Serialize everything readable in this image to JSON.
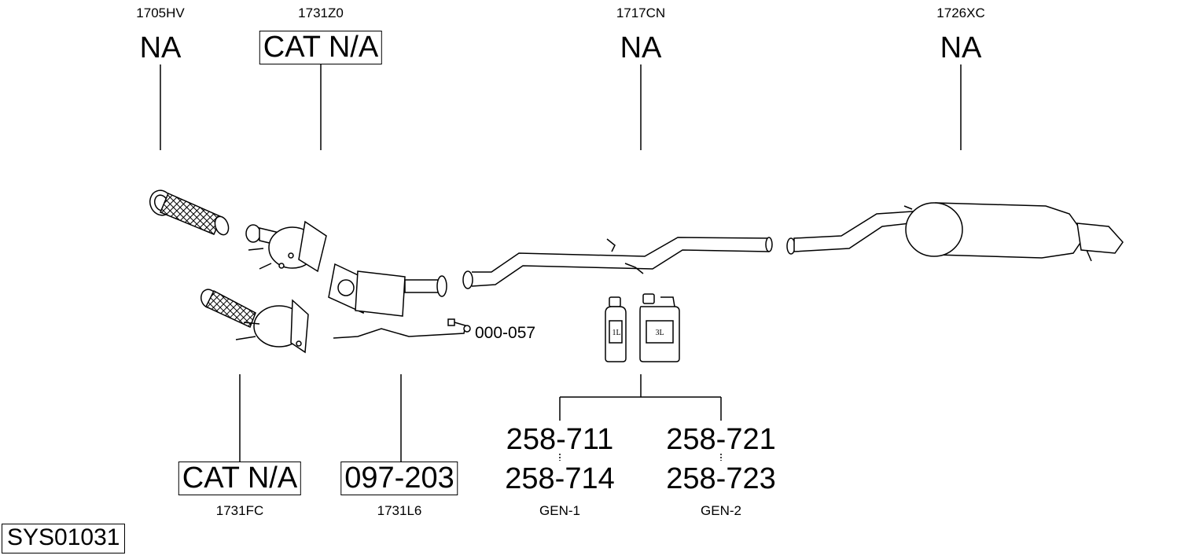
{
  "top_parts": [
    {
      "code": "1705HV",
      "status": "NA"
    },
    {
      "code": "1731Z0",
      "status": "CAT N/A"
    },
    {
      "code": "1717CN",
      "status": "NA"
    },
    {
      "code": "1726XC",
      "status": "NA"
    }
  ],
  "bottom_parts": [
    {
      "code": "1731FC",
      "status": "CAT N/A"
    },
    {
      "code": "1731L6",
      "status": "097-203"
    }
  ],
  "sensor_part": "000-057",
  "fluid_containers": [
    "1L",
    "3L"
  ],
  "additive_groups": [
    {
      "name": "GEN-1",
      "parts": [
        "258-711",
        "258-714"
      ]
    },
    {
      "name": "GEN-2",
      "parts": [
        "258-721",
        "258-723"
      ]
    }
  ],
  "system_id": "SYS01031"
}
